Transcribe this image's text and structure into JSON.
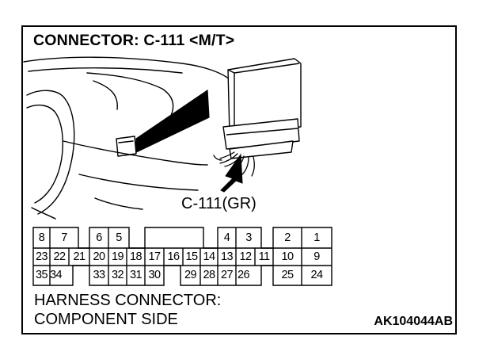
{
  "title": "CONNECTOR: C-111 <M/T>",
  "connector_callout": "C-111(GR)",
  "caption_line1": "HARNESS CONNECTOR:",
  "caption_line2": "COMPONENT SIDE",
  "figure_code": "AK104044AB",
  "pins": {
    "row1": [
      "8",
      "7",
      "6",
      "5",
      "4",
      "3",
      "2",
      "1"
    ],
    "row2": [
      "23",
      "22",
      "21",
      "20",
      "19",
      "18",
      "17",
      "16",
      "15",
      "14",
      "13",
      "12",
      "11",
      "10",
      "9"
    ],
    "row3": [
      "35",
      "34",
      "33",
      "32",
      "31",
      "30",
      "29",
      "28",
      "27",
      "26",
      "25",
      "24"
    ]
  }
}
